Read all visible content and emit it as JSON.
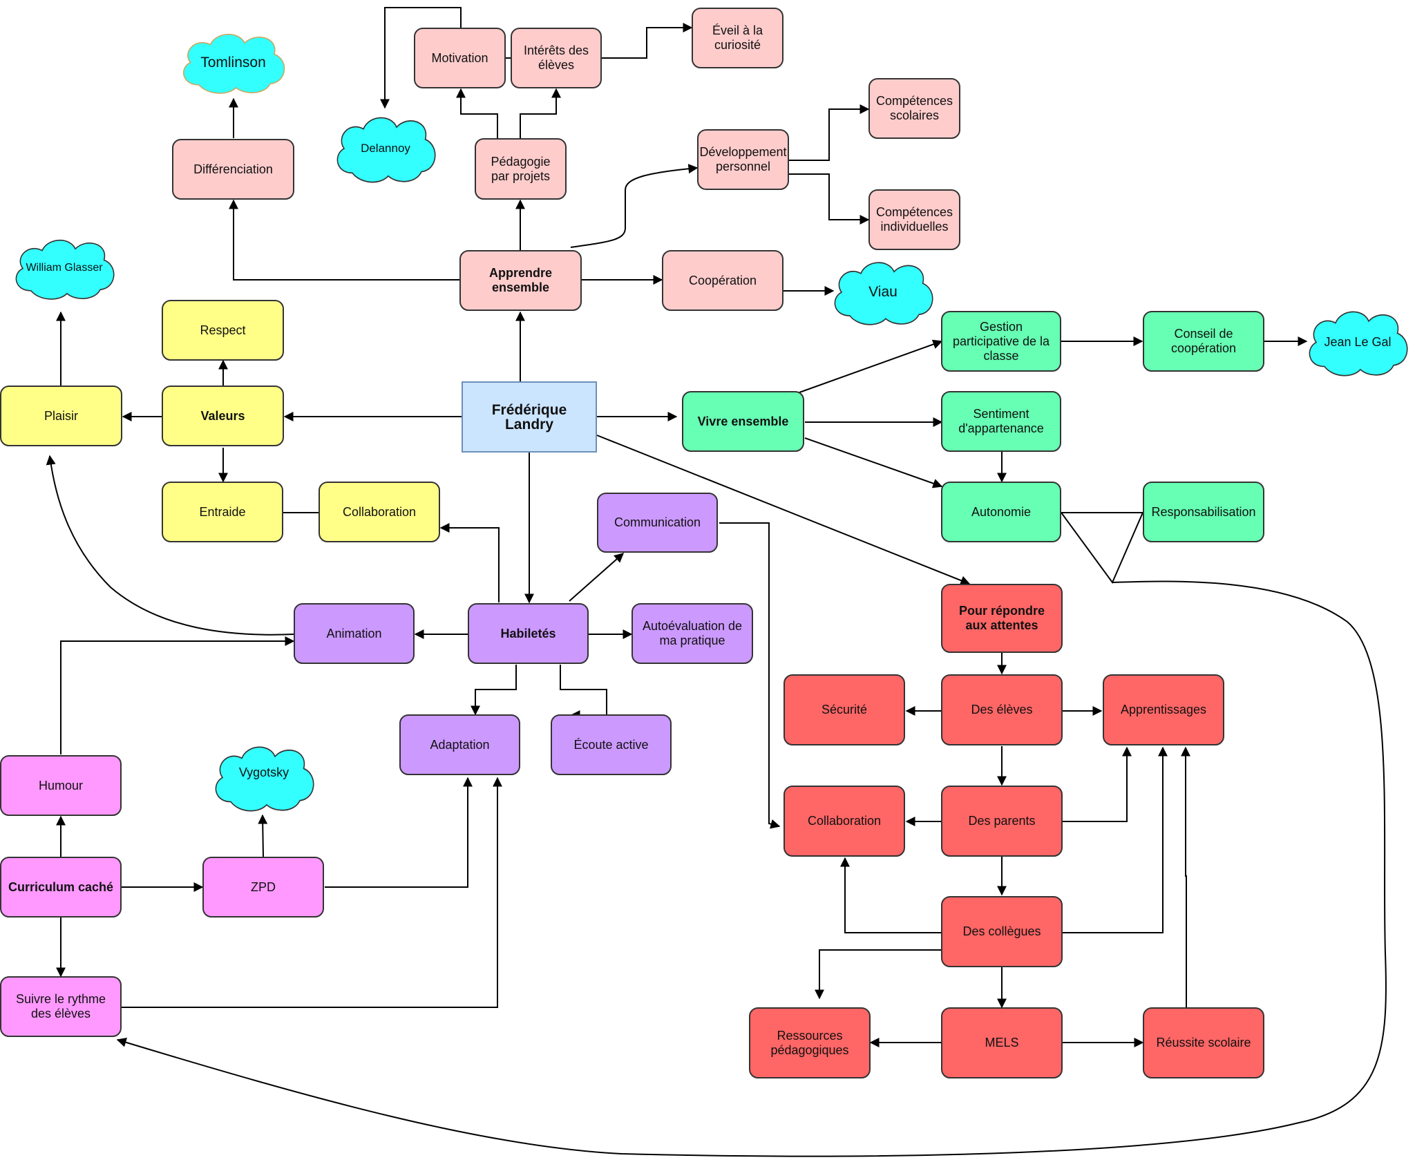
{
  "colors": {
    "pink": "#ffcccc",
    "yellow": "#ffff88",
    "green": "#66ffb3",
    "purple": "#cc99ff",
    "magenta": "#ff99ff",
    "red": "#ff6666",
    "blue": "#cce5ff",
    "cyan": "#33ffff"
  },
  "center": {
    "label": "Frédérique Landry"
  },
  "pink": {
    "apprendre_ensemble": "Apprendre ensemble",
    "differenciation": "Différenciation",
    "pedagogie_par_projets": "Pédagogie par projets",
    "motivation": "Motivation",
    "interets_des_eleves": "Intérêts des élèves",
    "eveil_curiosite": "Éveil à la curiosité",
    "developpement_personnel": "Développement personnel",
    "competences_scolaires": "Compétences scolaires",
    "competences_individuelles": "Compétences individuelles",
    "cooperation": "Coopération"
  },
  "yellow": {
    "valeurs": "Valeurs",
    "respect": "Respect",
    "plaisir": "Plaisir",
    "entraide": "Entraide",
    "collaboration": "Collaboration"
  },
  "green": {
    "vivre_ensemble": "Vivre ensemble",
    "gestion_participative": "Gestion participative de la classe",
    "conseil_cooperation": "Conseil de coopération",
    "sentiment_appartenance": "Sentiment d'appartenance",
    "autonomie": "Autonomie",
    "responsabilisation": "Responsabilisation"
  },
  "purple": {
    "habiletes": "Habiletés",
    "communication": "Communication",
    "animation": "Animation",
    "autoevaluation": "Autoévaluation de ma pratique",
    "adaptation": "Adaptation",
    "ecoute_active": "Écoute active"
  },
  "magenta": {
    "curriculum_cache": "Curriculum caché",
    "humour": "Humour",
    "zpd": "ZPD",
    "suivre_rythme": "Suivre le rythme des élèves"
  },
  "red": {
    "pour_repondre": "Pour répondre aux attentes",
    "des_eleves": "Des élèves",
    "securite": "Sécurité",
    "apprentissages": "Apprentissages",
    "collaboration": "Collaboration",
    "des_parents": "Des parents",
    "des_collegues": "Des collègues",
    "ressources": "Ressources pédagogiques",
    "mels": "MELS",
    "reussite_scolaire": "Réussite scolaire"
  },
  "clouds": {
    "tomlinson": "Tomlinson",
    "delannoy": "Delannoy",
    "william_glasser": "William Glasser",
    "viau": "Viau",
    "jean_le_gal": "Jean Le Gal",
    "vygotsky": "Vygotsky"
  }
}
